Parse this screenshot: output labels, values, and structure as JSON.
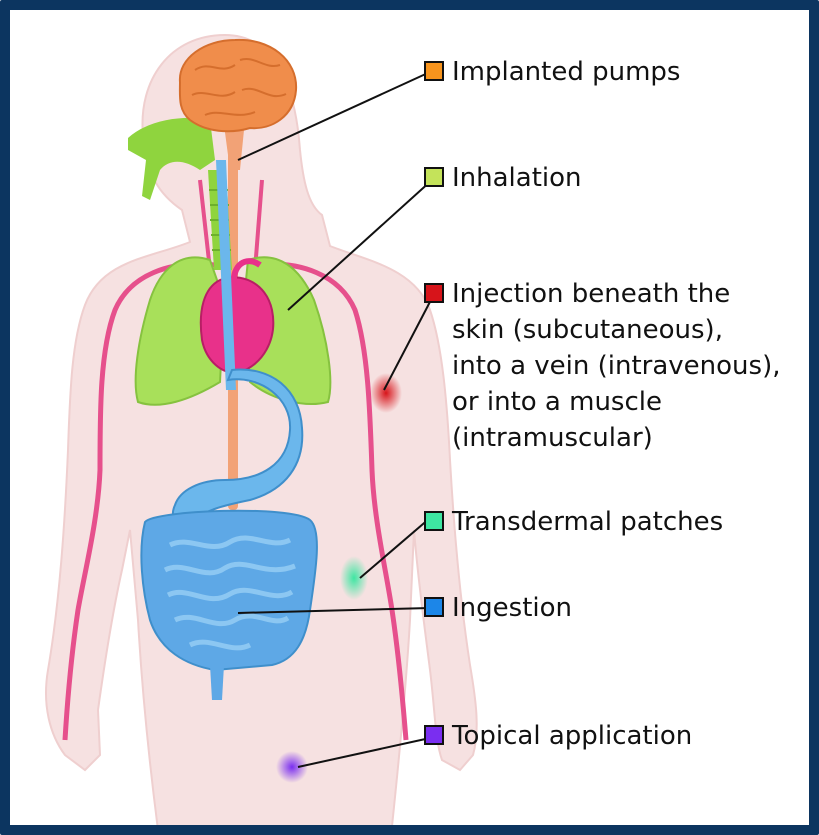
{
  "legend": {
    "implanted": {
      "label": "Implanted pumps",
      "color": "#f7941d"
    },
    "inhalation": {
      "label": "Inhalation",
      "color": "#c4e35a"
    },
    "injection": {
      "label": "Injection beneath the\nskin (subcutaneous),\ninto a vein (intravenous),\nor into a muscle\n(intramuscular)",
      "color": "#d7141a"
    },
    "transdermal": {
      "label": "Transdermal patches",
      "color": "#3ee6a2"
    },
    "ingestion": {
      "label": "Ingestion",
      "color": "#1c86e8"
    },
    "topical": {
      "label": "Topical application",
      "color": "#7a2ef0"
    }
  },
  "colors": {
    "frame": "#0c3560",
    "skin": "#f6e1e1",
    "brain": "#f08d4b",
    "airway": "#8fd43e",
    "lung": "#a8e05a",
    "heart": "#e8318a",
    "vessels": "#e6508c",
    "stomach": "#6bb7ec",
    "intestine": "#5ea8e6",
    "spine": "#f2a276"
  }
}
